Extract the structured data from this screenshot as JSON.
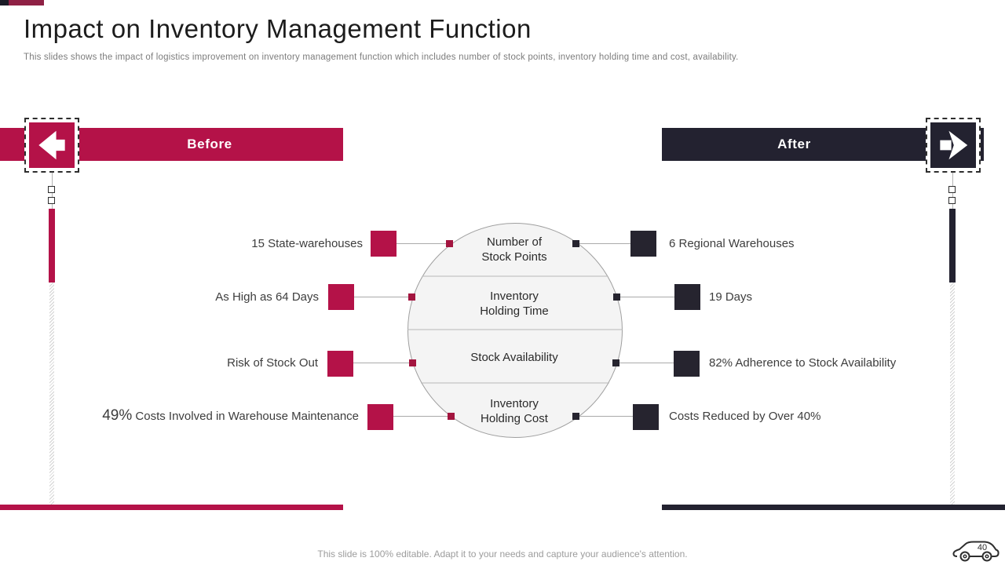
{
  "slide": {
    "title": "Impact on Inventory Management Function",
    "subtitle": "This slides shows the impact of logistics improvement on inventory  management function which includes number of stock points, inventory  holding time and cost, availability.",
    "footer": "This slide is 100% editable. Adapt it to your needs and capture your audience's attention.",
    "page_number": "40"
  },
  "colors": {
    "accent_crimson": "#b41248",
    "accent_dark": "#232230",
    "circle_fill": "#f4f4f4"
  },
  "banners": {
    "before": {
      "label": "Before",
      "icon": "arrow-left-icon"
    },
    "after": {
      "label": "After",
      "icon": "arrow-right-icon"
    }
  },
  "comparison": {
    "topics": [
      {
        "line1": "Number of",
        "line2": "Stock Points"
      },
      {
        "line1": "Inventory",
        "line2": "Holding Time"
      },
      {
        "line1": "Stock Availability",
        "line2": ""
      },
      {
        "line1": "Inventory",
        "line2": "Holding Cost"
      }
    ],
    "rows": [
      {
        "before": "15 State-warehouses",
        "after": "6 Regional Warehouses"
      },
      {
        "before": "As High as 64 Days",
        "after": "19 Days"
      },
      {
        "before": "Risk of Stock Out",
        "after": "82% Adherence to Stock Availability"
      },
      {
        "before_em": "49%",
        "before_text": " Costs Involved  in Warehouse  Maintenance",
        "after": "Costs Reduced by Over 40%"
      }
    ]
  }
}
